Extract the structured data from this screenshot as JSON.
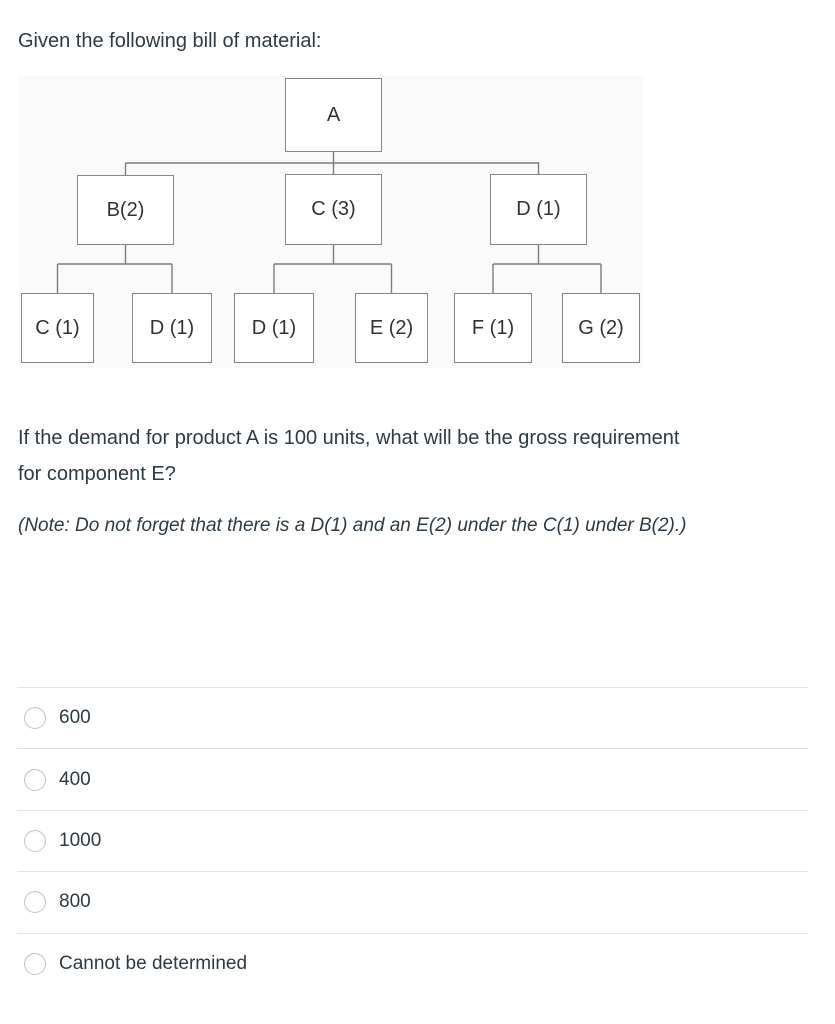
{
  "page": {
    "background": "#ffffff",
    "text_color": "#2d3b45",
    "divider_color": "#e3e3e3"
  },
  "intro": {
    "text": "Given the following bill of material:"
  },
  "diagram": {
    "type": "bill-of-materials-tree",
    "background": "#fafafa",
    "box_border_color": "#878787",
    "line_color": "#7d7d7d",
    "nodes": [
      {
        "label": "A",
        "level": 0,
        "parent": null
      },
      {
        "label": "B(2)",
        "level": 1,
        "parent": "A"
      },
      {
        "label": "C (3)",
        "level": 1,
        "parent": "A"
      },
      {
        "label": "D (1)",
        "level": 1,
        "parent": "A"
      },
      {
        "label": "C (1)",
        "level": 2,
        "parent": "B(2)"
      },
      {
        "label": "D (1)",
        "level": 2,
        "parent": "B(2)"
      },
      {
        "label": "D (1)",
        "level": 2,
        "parent": "C (3)"
      },
      {
        "label": "E (2)",
        "level": 2,
        "parent": "C (3)"
      },
      {
        "label": "F (1)",
        "level": 2,
        "parent": "D (1)"
      },
      {
        "label": "G (2)",
        "level": 2,
        "parent": "D (1)"
      }
    ]
  },
  "question": {
    "line1": "If the demand for product A is 100 units, what will be the gross requirement",
    "line2": "for component E?",
    "note": "(Note:  Do not forget that there is a D(1) and an E(2) under the C(1) under B(2).)"
  },
  "options": [
    {
      "label": "600",
      "selected": false
    },
    {
      "label": "400",
      "selected": false
    },
    {
      "label": "1000",
      "selected": false
    },
    {
      "label": "800",
      "selected": false
    },
    {
      "label": "Cannot be determined",
      "selected": false
    }
  ]
}
